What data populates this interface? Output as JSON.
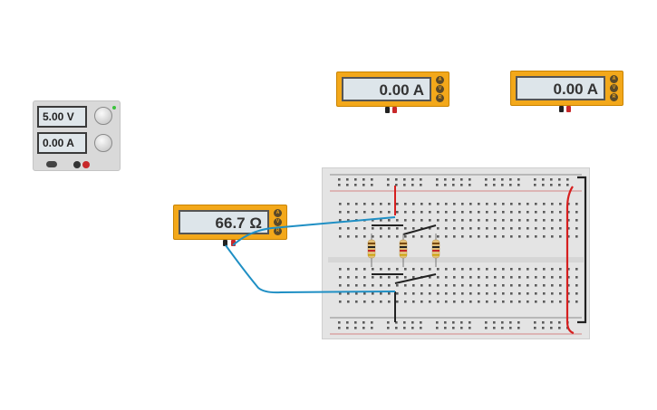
{
  "power_supply": {
    "voltage": "5.00 V",
    "current": "0.00 A"
  },
  "meters": {
    "ammeter_1": {
      "reading": "0.00 A",
      "buttons": [
        "A",
        "V",
        "R"
      ]
    },
    "ammeter_2": {
      "reading": "0.00 A",
      "buttons": [
        "A",
        "V",
        "R"
      ]
    },
    "ohmmeter": {
      "reading": "66.7 Ω",
      "buttons": [
        "A",
        "V",
        "R"
      ]
    }
  },
  "colors": {
    "meter_body": "#f3a81a",
    "wire_blue": "#1f8fc4",
    "wire_red": "#d61f1f",
    "wire_black": "#222222",
    "breadboard": "#e4e4e4"
  }
}
